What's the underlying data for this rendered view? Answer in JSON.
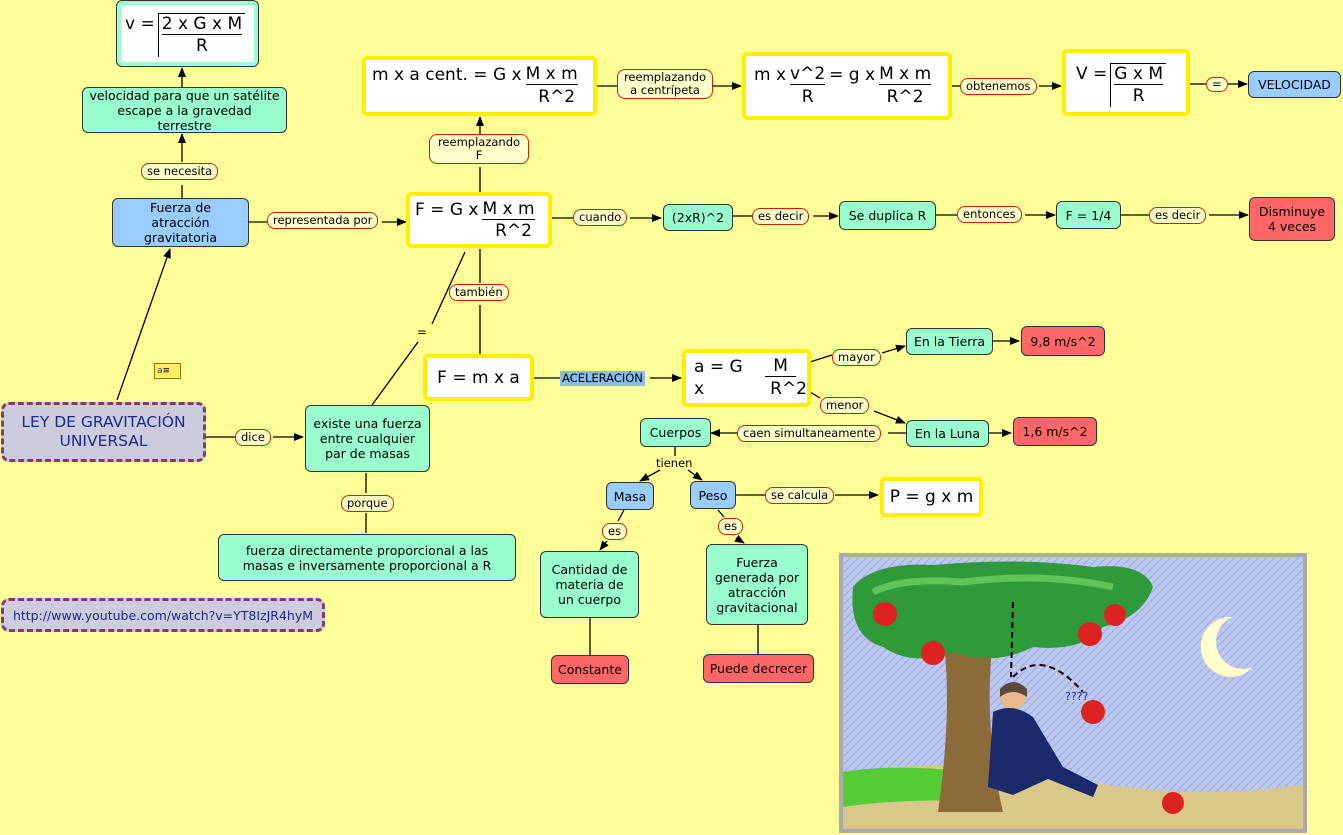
{
  "colors": {
    "background": "#ffff99",
    "blue_node": "#99ccff",
    "green_node": "#99ffcc",
    "red_node": "#ff6666",
    "formula_border": "#ffee00",
    "link_label_border": "#cc2200"
  },
  "main_title": "LEY DE GRAVITACIÓN UNIVERSAL",
  "url": "http://www.youtube.com/watch?v=YT8IzJR4hyM",
  "top_formula": {
    "lhs": "v =",
    "num": "2 x G x M",
    "den": "R"
  },
  "escape_velocity": "velocidad para que un satélite escape a la gravedad terrestre",
  "se_necesita": "se necesita",
  "fuerza_atraccion": "Fuerza de atracción gravitatoria",
  "representada_por": "representada por",
  "f_formula": {
    "lhs": "F = G x",
    "num": "M x m",
    "den": "R^2"
  },
  "reemplazando_f": "reemplazando F",
  "mac_formula": {
    "lhs": "m x a cent. = G x",
    "num": "M x m",
    "den": "R^2"
  },
  "reemplazando_centripeta": "reemplazando a centrípeta",
  "mv2_formula": {
    "p1": "m x",
    "num1": "v^2",
    "den1": "R",
    "p2": "= g x",
    "num2": "M x m",
    "den2": "R^2"
  },
  "obtenemos": "obtenemos",
  "V_formula": {
    "lhs": "V =",
    "num": "G x M",
    "den": "R"
  },
  "equals_label": "=",
  "velocidad": "VELOCIDAD",
  "cuando": "cuando",
  "two_r": "(2xR)^2",
  "es_decir_1": "es decir",
  "se_duplica": "Se duplica R",
  "entonces": "entonces",
  "f_quarter": "F = 1/4",
  "es_decir_2": "es decir",
  "disminuye": "Disminuye 4 veces",
  "tambien": "también",
  "fma": "F = m x a",
  "aceleracion": "ACELERACIÓN",
  "a_formula": {
    "lhs": "a = G x",
    "num": "M",
    "den": "R^2"
  },
  "mayor": "mayor",
  "menor": "menor",
  "en_tierra": "En la Tierra",
  "val_tierra": "9,8 m/s^2",
  "en_luna": "En la Luna",
  "val_luna": "1,6 m/s^2",
  "caen": "caen simultaneamente",
  "cuerpos": "Cuerpos",
  "tienen": "tienen",
  "masa": "Masa",
  "peso": "Peso",
  "es_1": "es",
  "es_2": "es",
  "se_calcula": "se calcula",
  "pgm": "P = g x m",
  "cantidad": "Cantidad de materia de un cuerpo",
  "fuerza_generada": "Fuerza generada por atracción gravitacional",
  "constante": "Constante",
  "puede": "Puede decrecer",
  "dice": "dice",
  "existe": "existe una fuerza entre cualquier par de masas",
  "eq_sign": "=",
  "porque": "porque",
  "proporcional": "fuerza directamente proporcional a las masas e inversamente proporcional a R",
  "question_marks": "????"
}
